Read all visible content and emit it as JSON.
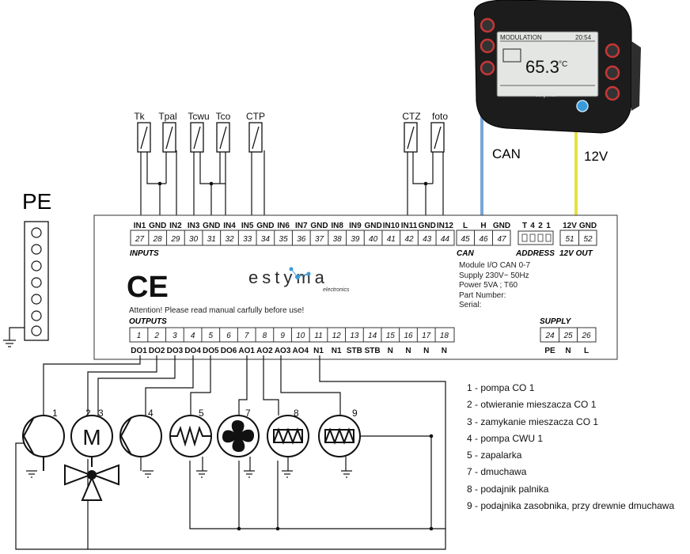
{
  "pe_label": "PE",
  "sensors": {
    "tk": "Tk",
    "tpal": "Tpal",
    "tcwu": "Tcwu",
    "tco": "Tco",
    "ctp": "CTP",
    "ctz": "CTZ",
    "foto": "foto"
  },
  "inputs": {
    "section_label": "INPUTS",
    "labels": [
      "IN1",
      "GND",
      "IN2",
      "IN3",
      "GND",
      "IN4",
      "IN5",
      "GND",
      "IN6",
      "IN7",
      "GND",
      "IN8",
      "IN9",
      "GND",
      "IN10",
      "IN11",
      "GND",
      "IN12"
    ],
    "pins": [
      "27",
      "28",
      "29",
      "30",
      "31",
      "32",
      "33",
      "34",
      "35",
      "36",
      "37",
      "38",
      "39",
      "40",
      "41",
      "42",
      "43",
      "44"
    ]
  },
  "can": {
    "section_label": "CAN",
    "labels": [
      "L",
      "H",
      "GND"
    ],
    "pins": [
      "45",
      "46",
      "47"
    ],
    "wire_label": "CAN"
  },
  "address": {
    "section_label": "ADDRESS",
    "labels": [
      "T",
      "4",
      "2",
      "1"
    ]
  },
  "out12v": {
    "section_label": "12V OUT",
    "labels": [
      "12V",
      "GND"
    ],
    "pins": [
      "51",
      "52"
    ],
    "wire_label": "12V"
  },
  "outputs": {
    "section_label": "OUTPUTS",
    "pins": [
      "1",
      "2",
      "3",
      "4",
      "5",
      "6",
      "7",
      "8",
      "9",
      "10",
      "11",
      "12",
      "13",
      "14",
      "15",
      "16",
      "17",
      "18"
    ],
    "labels": [
      "DO1",
      "DO2",
      "DO3",
      "DO4",
      "DO5",
      "DO6",
      "AO1",
      "AO2",
      "AO3",
      "AO4",
      "N1",
      "N1",
      "STB",
      "STB",
      "N",
      "N",
      "N",
      "N"
    ]
  },
  "supply": {
    "section_label": "SUPPLY",
    "pins": [
      "24",
      "25",
      "26"
    ],
    "labels": [
      "PE",
      "N",
      "L"
    ]
  },
  "module_info": {
    "line1": "Module I/O CAN 0-7",
    "line2": "Supply 230V~ 50Hz",
    "line3": "Power 5VA ; T60",
    "line4": "Part Number:",
    "line5": "Serial:"
  },
  "ce_mark": "CE",
  "logo": {
    "brand": "estyma",
    "sub": "electronics"
  },
  "attention": "Attention! Please read manual carfully before use!",
  "controller": {
    "mode": "MODULATION",
    "time": "20:54",
    "value": "65.3",
    "unit": "°C",
    "brand": "estyma"
  },
  "device_numbers": [
    "1",
    "2",
    "3",
    "4",
    "5",
    "7",
    "8",
    "9"
  ],
  "legend": [
    "1 - pompa CO 1",
    "2 - otwieranie mieszacza CO 1",
    "3 - zamykanie mieszacza CO 1",
    "4 - pompa CWU 1",
    "5 - zapalarka",
    "7 - dmuchawa",
    "8 - podajnik palnika",
    "9 - podajnika zasobnika, przy drewnie dmuchawa"
  ],
  "colors": {
    "can_wire": "#7aa6d8",
    "power_wire": "#e6e040",
    "display": "#e4e6e3",
    "housing": "#1c1c1c",
    "button_ring": "#c73636",
    "button_blue": "#3a9ad9"
  }
}
